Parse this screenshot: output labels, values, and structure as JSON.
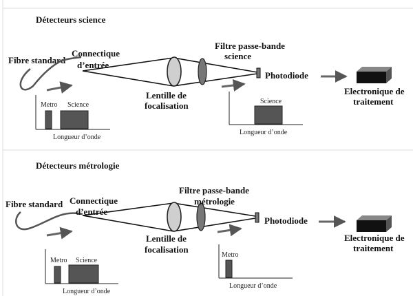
{
  "panels": [
    {
      "title": "Détecteurs science",
      "fiber": "Fibre standard",
      "connector": [
        "Connectique",
        "d’entrée"
      ],
      "lens": [
        "Lentille de",
        "focalisation"
      ],
      "filter": [
        "Filtre passe-bande",
        "science"
      ],
      "photodiode": "Photodiode",
      "electronics": [
        "Electronique de",
        "traitement"
      ],
      "in_spectrum": {
        "bars": [
          "Metro",
          "Science"
        ],
        "xlabel": "Longueur d’onde"
      },
      "out_spectrum": {
        "bars": [
          "Science"
        ],
        "xlabel": "Longueur d’onde"
      }
    },
    {
      "title": "Détecteurs métrologie",
      "fiber": "Fibre standard",
      "connector": [
        "Connectique",
        "d’entrée"
      ],
      "lens": [
        "Lentille de",
        "focalisation"
      ],
      "filter": [
        "Filtre passe-bande",
        "métrologie"
      ],
      "photodiode": "Photodiode",
      "electronics": [
        "Electronique de",
        "traitement"
      ],
      "in_spectrum": {
        "bars": [
          "Metro",
          "Science"
        ],
        "xlabel": "Longueur d’onde"
      },
      "out_spectrum": {
        "bars": [
          "Metro"
        ],
        "xlabel": "Longueur d’onde"
      }
    }
  ],
  "colors": {
    "bar": "#555555",
    "arrow": "#666666",
    "lens": "#cccccc",
    "filter": "#777777",
    "box_top": "#888888",
    "box_front": "#111111"
  }
}
